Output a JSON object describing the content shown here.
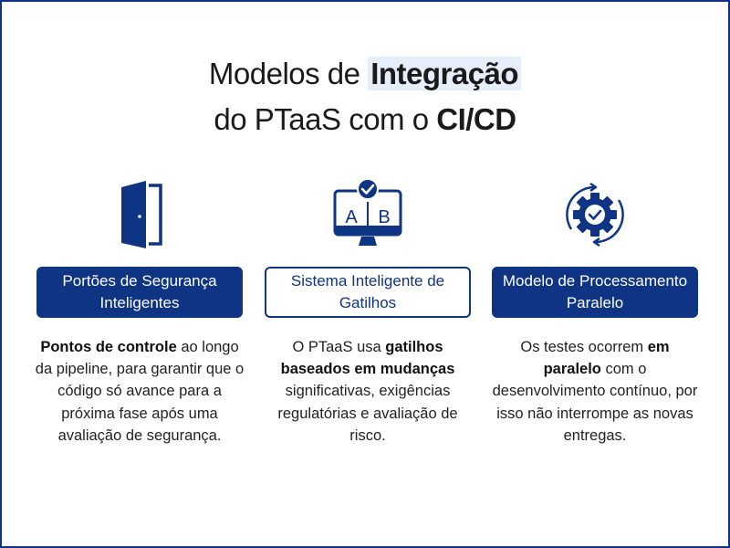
{
  "colors": {
    "brand": "#0f3484",
    "highlight": "#e6eefb",
    "text": "#1f1f1f"
  },
  "title": {
    "line1_prefix": "Modelos de ",
    "line1_highlight": "Integração",
    "line2_prefix": "do PTaaS com o ",
    "line2_bold": "CI/CD"
  },
  "columns": [
    {
      "icon": "open-door-icon",
      "label": "Portões de Segurança Inteligentes",
      "label_style": "filled",
      "desc": {
        "bold1": "Pontos de controle",
        "text1": " ao longo da pipeline, para garantir que o código só avance para a próxima fase após uma avaliação de segurança."
      }
    },
    {
      "icon": "ab-test-monitor-check-icon",
      "icon_letters": [
        "A",
        "B"
      ],
      "label": "Sistema Inteligente de Gatilhos",
      "label_style": "outline",
      "desc": {
        "text0": "O PTaaS usa ",
        "bold1": "gatilhos baseados em mudanças",
        "text1": " significativas, exigências regulatórias e avaliação de risco."
      }
    },
    {
      "icon": "gear-check-cycle-icon",
      "label": "Modelo de Processamento Paralelo",
      "label_style": "filled",
      "desc": {
        "text0": "Os testes ocorrem ",
        "bold1": "em paralelo",
        "text1": " com o desenvolvimento contínuo, por isso não interrompe as novas entregas."
      }
    }
  ]
}
